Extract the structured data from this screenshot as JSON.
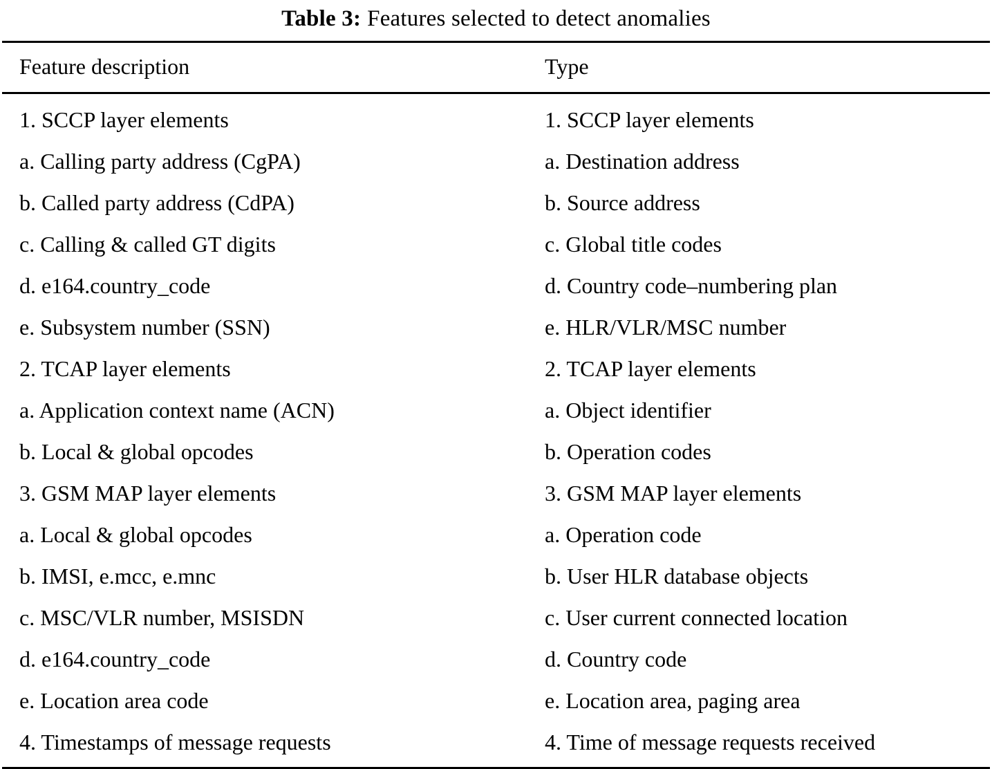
{
  "caption": {
    "label": "Table 3:",
    "text": "Features selected to detect anomalies"
  },
  "table": {
    "headers": {
      "description": "Feature description",
      "type": "Type"
    },
    "rows": [
      {
        "description": "1. SCCP layer elements",
        "type": "1. SCCP layer elements"
      },
      {
        "description": "a. Calling party address (CgPA)",
        "type": "a. Destination address"
      },
      {
        "description": "b. Called party address (CdPA)",
        "type": "b. Source address"
      },
      {
        "description": "c. Calling & called GT digits",
        "type": "c. Global title codes"
      },
      {
        "description": "d. e164.country_code",
        "type": "d. Country code–numbering plan"
      },
      {
        "description": "e. Subsystem number (SSN)",
        "type": "e. HLR/VLR/MSC number"
      },
      {
        "description": "2. TCAP layer elements",
        "type": "2. TCAP layer elements"
      },
      {
        "description": "a. Application context name (ACN)",
        "type": "a. Object identifier"
      },
      {
        "description": "b. Local & global opcodes",
        "type": "b. Operation codes"
      },
      {
        "description": "3. GSM MAP layer elements",
        "type": "3. GSM MAP layer elements"
      },
      {
        "description": "a. Local & global opcodes",
        "type": "a. Operation code"
      },
      {
        "description": "b. IMSI, e.mcc, e.mnc",
        "type": "b. User HLR database objects"
      },
      {
        "description": "c. MSC/VLR number, MSISDN",
        "type": "c. User current connected location"
      },
      {
        "description": "d. e164.country_code",
        "type": "d. Country code"
      },
      {
        "description": "e. Location area code",
        "type": "e. Location area, paging area"
      },
      {
        "description": "4. Timestamps of message requests",
        "type": "4. Time of message requests received"
      }
    ]
  },
  "style": {
    "text_color": "#000000",
    "background_color": "#ffffff",
    "rule_color": "#000000"
  }
}
